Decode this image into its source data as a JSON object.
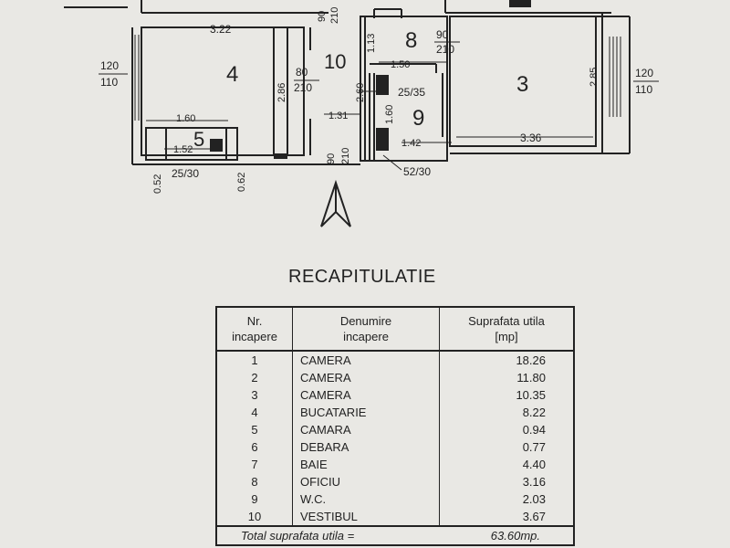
{
  "plan": {
    "rooms": [
      {
        "no": "4",
        "label": "4"
      },
      {
        "no": "10",
        "label": "10"
      },
      {
        "no": "8",
        "label": "8"
      },
      {
        "no": "9",
        "label": "9"
      },
      {
        "no": "3",
        "label": "3"
      },
      {
        "no": "5",
        "label": "5"
      }
    ],
    "dims": {
      "d_322": "3.22",
      "d_120_l": "120",
      "d_110_l": "110",
      "d_286": "2.86",
      "d_80": "80",
      "d_210_a": "210",
      "d_90_top": "90",
      "d_210_top": "210",
      "d_113": "1.13",
      "d_90_r": "90",
      "d_210_r": "210",
      "d_150": "1.50",
      "d_260": "2.60",
      "d_2535": "25/35",
      "d_131": "1.31",
      "d_160_v": "1.60",
      "d_142": "1.42",
      "d_336": "3.36",
      "d_285": "2.85",
      "d_120_r": "120",
      "d_110_r": "110",
      "d_160_h": "1.60",
      "d_152": "1.52",
      "d_052": "0.52",
      "d_2530": "25/30",
      "d_062": "0.62",
      "d_90_bot": "90",
      "d_210_bot": "210",
      "d_5230": "52/30"
    }
  },
  "recap": {
    "title": "RECAPITULATIE",
    "headers": {
      "nr_1": "Nr.",
      "nr_2": "incapere",
      "den_1": "Denumire",
      "den_2": "incapere",
      "sup_1": "Suprafata utila",
      "sup_2": "[mp]"
    },
    "rows": [
      {
        "nr": "1",
        "name": "CAMERA",
        "area": "18.26"
      },
      {
        "nr": "2",
        "name": "CAMERA",
        "area": "11.80"
      },
      {
        "nr": "3",
        "name": "CAMERA",
        "area": "10.35"
      },
      {
        "nr": "4",
        "name": "BUCATARIE",
        "area": "8.22"
      },
      {
        "nr": "5",
        "name": "CAMARA",
        "area": "0.94"
      },
      {
        "nr": "6",
        "name": "DEBARA",
        "area": "0.77"
      },
      {
        "nr": "7",
        "name": "BAIE",
        "area": "4.40"
      },
      {
        "nr": "8",
        "name": "OFICIU",
        "area": "3.16"
      },
      {
        "nr": "9",
        "name": "W.C.",
        "area": "2.03"
      },
      {
        "nr": "10",
        "name": "VESTIBUL",
        "area": "3.67"
      }
    ],
    "total_label": "Total suprafata utila =",
    "total_value": "63.60mp."
  }
}
